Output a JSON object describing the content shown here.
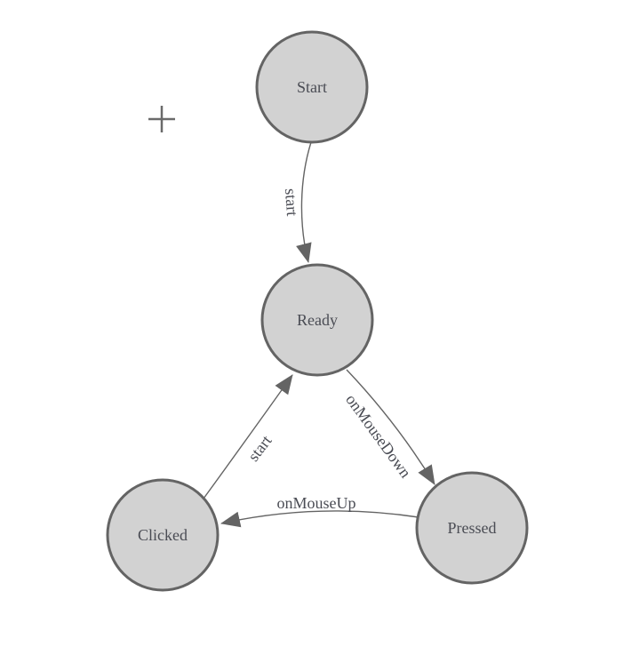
{
  "diagram": {
    "type": "finite-state-machine",
    "background": "#ffffff"
  },
  "theme": {
    "background": "#ffffff",
    "node_fill": "#d2d2d2",
    "node_stroke": "#646464",
    "edge_color": "#646464",
    "label_color": "#4a4c54",
    "cursor_color": "#6a6a6a"
  },
  "nodes": [
    {
      "id": "start",
      "label": "Start"
    },
    {
      "id": "ready",
      "label": "Ready"
    },
    {
      "id": "clicked",
      "label": "Clicked"
    },
    {
      "id": "pressed",
      "label": "Pressed"
    }
  ],
  "edges": [
    {
      "from": "start",
      "to": "ready",
      "label": "start"
    },
    {
      "from": "ready",
      "to": "pressed",
      "label": "onMouseDown"
    },
    {
      "from": "pressed",
      "to": "clicked",
      "label": "onMouseUp"
    },
    {
      "from": "clicked",
      "to": "ready",
      "label": "start"
    }
  ],
  "cursor": {
    "icon": "plus-crosshair"
  }
}
